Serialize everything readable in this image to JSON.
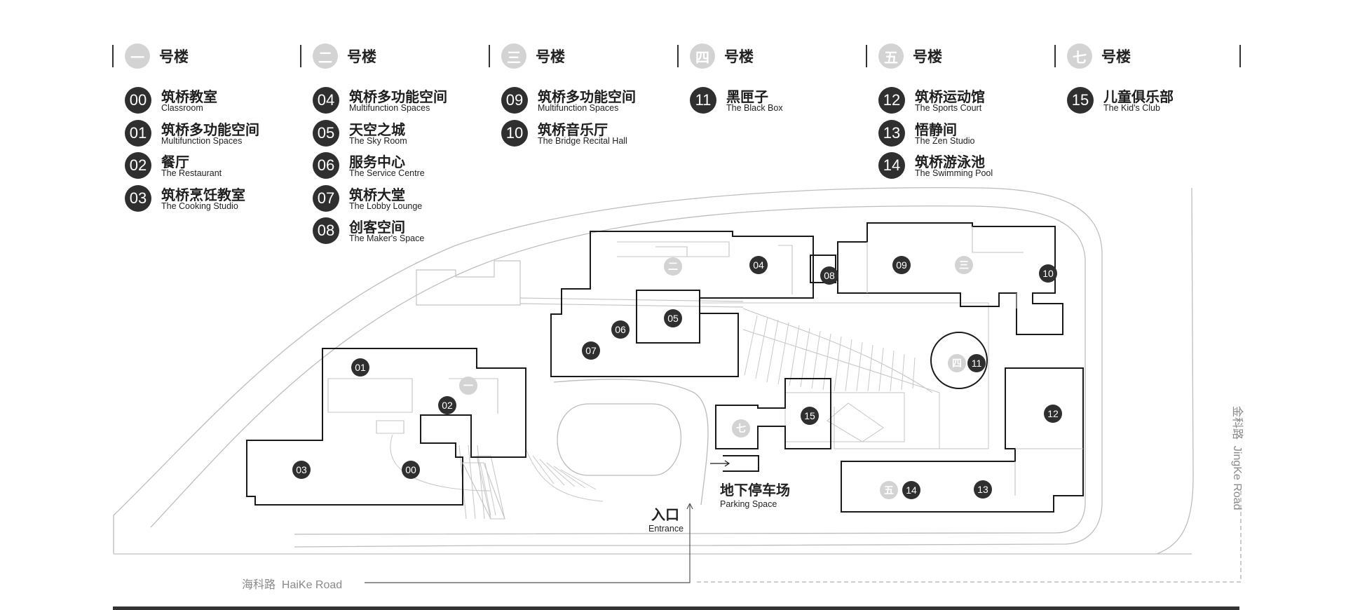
{
  "legend": {
    "buildings": [
      {
        "num": "一",
        "label": "号楼",
        "rooms": [
          {
            "num": "00",
            "zh": "筑桥教室",
            "en": "Classroom"
          },
          {
            "num": "01",
            "zh": "筑桥多功能空间",
            "en": "Multifunction Spaces"
          },
          {
            "num": "02",
            "zh": "餐厅",
            "en": "The Restaurant"
          },
          {
            "num": "03",
            "zh": "筑桥烹饪教室",
            "en": "The Cooking Studio"
          }
        ]
      },
      {
        "num": "二",
        "label": "号楼",
        "rooms": [
          {
            "num": "04",
            "zh": "筑桥多功能空间",
            "en": "Multifunction Spaces"
          },
          {
            "num": "05",
            "zh": "天空之城",
            "en": "The Sky Room"
          },
          {
            "num": "06",
            "zh": "服务中心",
            "en": "The Service Centre"
          },
          {
            "num": "07",
            "zh": "筑桥大堂",
            "en": "The Lobby Lounge"
          },
          {
            "num": "08",
            "zh": "创客空间",
            "en": "The Maker's Space"
          }
        ]
      },
      {
        "num": "三",
        "label": "号楼",
        "rooms": [
          {
            "num": "09",
            "zh": "筑桥多功能空间",
            "en": "Multifunction Spaces"
          },
          {
            "num": "10",
            "zh": "筑桥音乐厅",
            "en": "The Bridge Recital Hall"
          }
        ]
      },
      {
        "num": "四",
        "label": "号楼",
        "rooms": [
          {
            "num": "11",
            "zh": "黑匣子",
            "en": "The Black Box"
          }
        ]
      },
      {
        "num": "五",
        "label": "号楼",
        "rooms": [
          {
            "num": "12",
            "zh": "筑桥运动馆",
            "en": "The Sports Court"
          },
          {
            "num": "13",
            "zh": "悟静间",
            "en": "The Zen Studio"
          },
          {
            "num": "14",
            "zh": "筑桥游泳池",
            "en": "The Swimming Pool"
          }
        ]
      },
      {
        "num": "七",
        "label": "号楼",
        "rooms": [
          {
            "num": "15",
            "zh": "儿童俱乐部",
            "en": "The Kid's Club"
          }
        ]
      }
    ]
  },
  "map": {
    "markers": [
      "00",
      "01",
      "02",
      "03",
      "04",
      "05",
      "06",
      "07",
      "08",
      "09",
      "10",
      "11",
      "12",
      "13",
      "14",
      "15"
    ],
    "building_markers": [
      "一",
      "二",
      "三",
      "四",
      "五",
      "七"
    ],
    "entrance": {
      "zh": "入口",
      "en": "Entrance"
    },
    "parking": {
      "zh": "地下停车场",
      "en": "Parking Space"
    },
    "road_bottom": "海科路  HaiKe Road",
    "road_right": "金科路  JingKe Road"
  },
  "colors": {
    "marker_dark": "#2f2f2f",
    "marker_light": "#d3d3d3",
    "outline": "#1a1a1a",
    "thin_line": "#aaaaaa"
  }
}
